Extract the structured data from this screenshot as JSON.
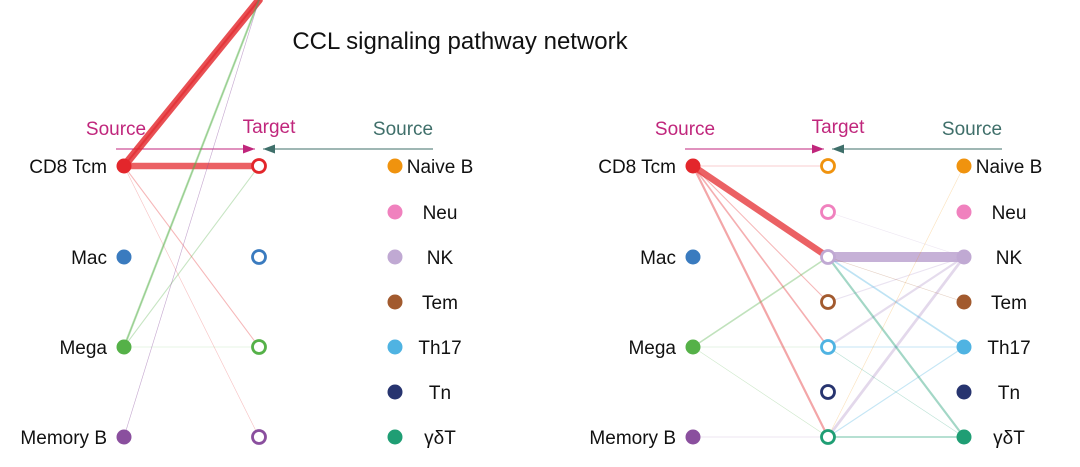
{
  "title": "CCL signaling pathway network",
  "headers": {
    "source": "Source",
    "target": "Target"
  },
  "colors": {
    "CD8 Tcm": "#e3262b",
    "Mac": "#3a7bbf",
    "Mega": "#55b148",
    "Memory B": "#8a4f9e",
    "Naive B": "#f0930e",
    "Neu": "#f081be",
    "NK": "#c0a9d3",
    "Tem": "#a25a2e",
    "Th17": "#4fb3e2",
    "Tn": "#27346f",
    "γδT": "#1f9e74",
    "source_header": "#c0267c",
    "target_header": "#c0267c",
    "source_right_header": "#3f6f6a"
  },
  "panels": [
    {
      "left_sources": [
        "CD8 Tcm",
        "Mac",
        "Mega",
        "Memory B"
      ],
      "right_sources": [
        "Naive B",
        "Neu",
        "NK",
        "Tem",
        "Th17",
        "Tn",
        "γδT"
      ],
      "targets": [
        "CD8 Tcm",
        "Mac",
        "Mega",
        "Memory B"
      ],
      "edges": [
        {
          "from": "CD8 Tcm",
          "to": "CD8 Tcm",
          "weight": 6
        },
        {
          "from": "CD8 Tcm",
          "to": "Mega",
          "weight": 1
        },
        {
          "from": "CD8 Tcm",
          "to": "Memory B",
          "weight": 0.5
        },
        {
          "from": "Mega",
          "to": "CD8 Tcm",
          "weight": 1
        },
        {
          "from": "Mega",
          "to": "Mega",
          "weight": 0.4
        },
        {
          "from": "CD8 Tcm",
          "to": "NK",
          "weight": 7
        },
        {
          "from": "CD8 Tcm",
          "to": "Th17",
          "weight": 1.5
        },
        {
          "from": "CD8 Tcm",
          "to": "γδT",
          "weight": 2
        },
        {
          "from": "Mega",
          "to": "NK",
          "weight": 2
        },
        {
          "from": "Mega",
          "to": "Th17",
          "weight": 0.5
        },
        {
          "from": "Mega",
          "to": "γδT",
          "weight": 0.5
        },
        {
          "from": "Memory B",
          "to": "NK",
          "weight": 0.4
        },
        {
          "from": "Memory B",
          "to": "γδT",
          "weight": 0.4
        }
      ]
    },
    {
      "left_sources": [
        "CD8 Tcm",
        "Mac",
        "Mega",
        "Memory B"
      ],
      "right_sources": [
        "Naive B",
        "Neu",
        "NK",
        "Tem",
        "Th17",
        "Tn",
        "γδT"
      ],
      "targets": [
        "Naive B",
        "Neu",
        "NK",
        "Tem",
        "Th17",
        "Tn",
        "γδT"
      ],
      "edges": [
        {
          "from": "CD8 Tcm",
          "to": "NK",
          "weight": 6
        },
        {
          "from": "CD8 Tcm",
          "to": "Naive B",
          "weight": 0.6
        },
        {
          "from": "CD8 Tcm",
          "to": "Tem",
          "weight": 1
        },
        {
          "from": "CD8 Tcm",
          "to": "Th17",
          "weight": 1.5
        },
        {
          "from": "CD8 Tcm",
          "to": "γδT",
          "weight": 2
        },
        {
          "from": "Mega",
          "to": "NK",
          "weight": 1.5
        },
        {
          "from": "Mega",
          "to": "Th17",
          "weight": 0.5
        },
        {
          "from": "Mega",
          "to": "γδT",
          "weight": 0.5
        },
        {
          "from": "NK",
          "to": "NK",
          "weight": 9
        },
        {
          "from": "NK",
          "to": "Th17",
          "weight": 2
        },
        {
          "from": "NK",
          "to": "γδT",
          "weight": 2.5
        },
        {
          "from": "NK",
          "to": "Tem",
          "weight": 1
        },
        {
          "from": "NK",
          "to": "Neu",
          "weight": 0.5
        },
        {
          "from": "Th17",
          "to": "NK",
          "weight": 1.5
        },
        {
          "from": "Th17",
          "to": "Th17",
          "weight": 1
        },
        {
          "from": "Th17",
          "to": "γδT",
          "weight": 1
        },
        {
          "from": "Tem",
          "to": "NK",
          "weight": 0.5
        },
        {
          "from": "γδT",
          "to": "NK",
          "weight": 2
        },
        {
          "from": "γδT",
          "to": "γδT",
          "weight": 1.5
        },
        {
          "from": "γδT",
          "to": "Th17",
          "weight": 0.6
        },
        {
          "from": "Naive B",
          "to": "γδT",
          "weight": 0.4
        },
        {
          "from": "Memory B",
          "to": "γδT",
          "weight": 0.4
        }
      ]
    }
  ]
}
